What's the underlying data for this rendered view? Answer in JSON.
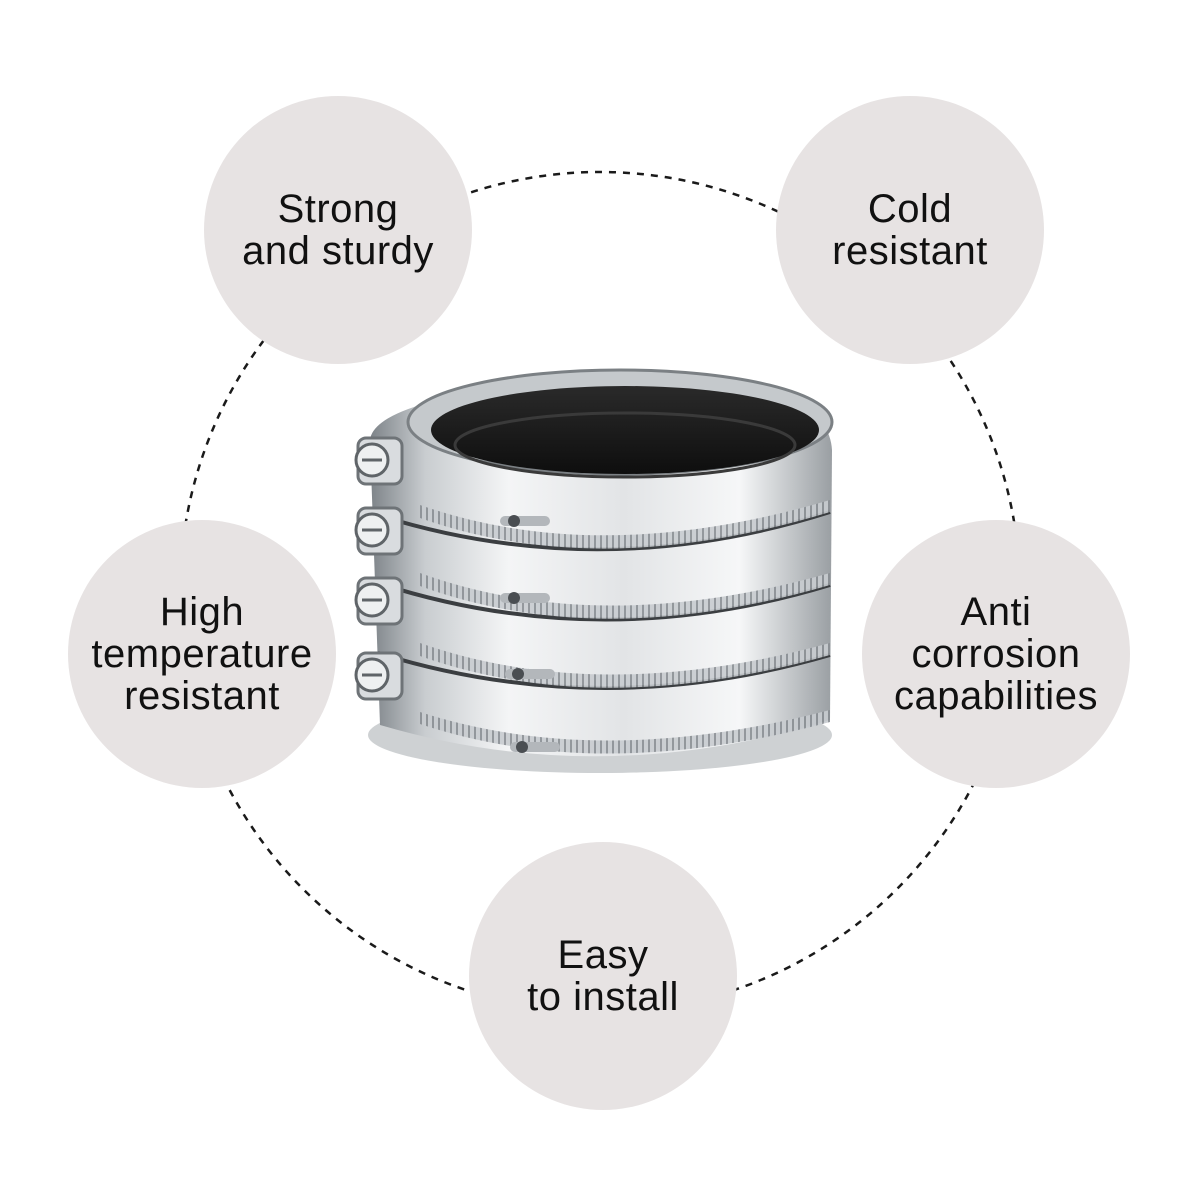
{
  "features": [
    {
      "id": "strong",
      "text": "Strong\nand sturdy"
    },
    {
      "id": "cold",
      "text": "Cold\nresistant"
    },
    {
      "id": "high",
      "text": "High\ntemperature\nresistant"
    },
    {
      "id": "anti",
      "text": "Anti\ncorrosion\ncapabilities"
    },
    {
      "id": "easy",
      "text": "Easy\nto install"
    }
  ],
  "colors": {
    "circle_fill": "#e7e3e3",
    "text": "#111111",
    "dash_ring": "#1a1a1a",
    "steel_light": "#f4f5f6",
    "steel_dark": "#8d9296",
    "rubber": "#1c1c1c"
  },
  "icons": {
    "product": "stacked-steel-pipe-coupling-clamps-image"
  }
}
